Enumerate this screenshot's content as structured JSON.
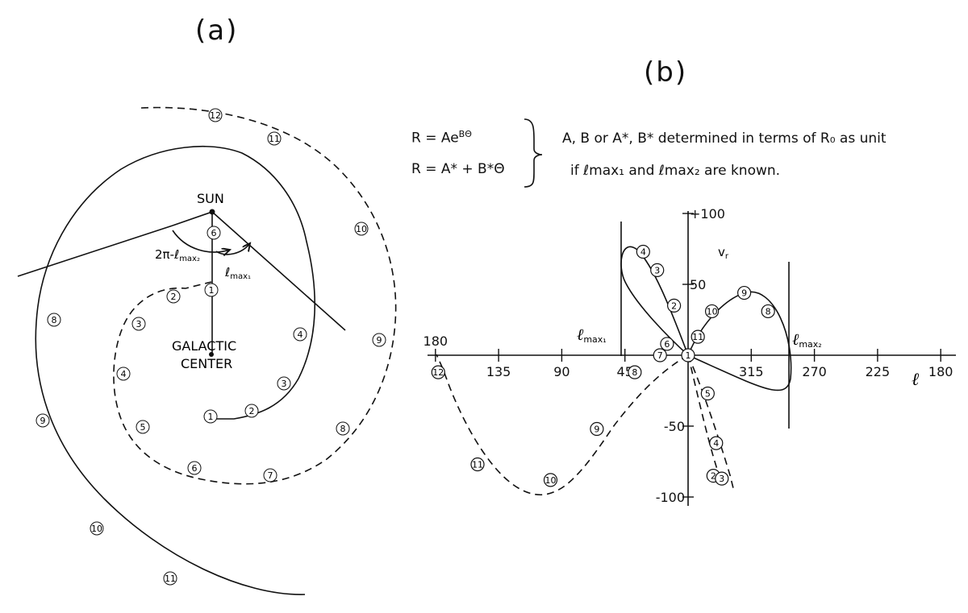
{
  "panels": {
    "a": "(a)",
    "b": "(b)"
  },
  "panel_a": {
    "sun": "SUN",
    "center_line1": "GALACTIC",
    "center_line2": "CENTER",
    "angle1_main": "2π-ℓ",
    "angle1_sub": "max₂",
    "angle2_main": "ℓ",
    "angle2_sub": "max₁"
  },
  "panel_b": {
    "formula1_lhs": "R = Ae",
    "formula1_exp": "BΘ",
    "formula2": "R = A* + B*Θ",
    "note_line1": "A, B  or  A*, B*  determined  in terms of  R₀ as unit",
    "note_line2": "if  ℓmax₁  and  ℓmax₂  are known.",
    "ylabel": "v",
    "ylabel_sub": "r",
    "xlabel": "ℓ",
    "lmax1_main": "ℓ",
    "lmax1_sub": "max₁",
    "lmax2_main": "ℓ",
    "lmax2_sub": "max₂"
  },
  "chart_data": {
    "type": "line",
    "x_ticks": [
      "180",
      "135",
      "90",
      "45",
      "315",
      "270",
      "225",
      "180"
    ],
    "y_ticks": [
      "+100",
      "50",
      "-50",
      "-100"
    ],
    "x_reversed": true,
    "series": [
      {
        "style": "solid",
        "points": [
          {
            "label": "1",
            "l": 0,
            "v": 0
          },
          {
            "label": "6",
            "l": 15,
            "v": 8
          },
          {
            "label": "2",
            "l": 10,
            "v": 35
          },
          {
            "label": "3",
            "l": 22,
            "v": 60
          },
          {
            "label": "4",
            "l": 32,
            "v": 73
          },
          {
            "label": "11",
            "l": 353,
            "v": 13
          },
          {
            "label": "10",
            "l": 343,
            "v": 31
          },
          {
            "label": "9",
            "l": 320,
            "v": 44
          },
          {
            "label": "8",
            "l": 303,
            "v": 31
          }
        ]
      },
      {
        "style": "dashed",
        "points": [
          {
            "label": "7",
            "l": 20,
            "v": 0
          },
          {
            "label": "8",
            "l": 38,
            "v": -12
          },
          {
            "label": "9",
            "l": 65,
            "v": -52
          },
          {
            "label": "10",
            "l": 98,
            "v": -88
          },
          {
            "label": "11",
            "l": 150,
            "v": -77
          },
          {
            "label": "12",
            "l": 178,
            "v": -12
          },
          {
            "label": "5",
            "l": 346,
            "v": -27
          },
          {
            "label": "4",
            "l": 340,
            "v": -62
          },
          {
            "label": "2",
            "l": 342,
            "v": -85
          },
          {
            "label": "3",
            "l": 336,
            "v": -87
          }
        ]
      }
    ]
  }
}
